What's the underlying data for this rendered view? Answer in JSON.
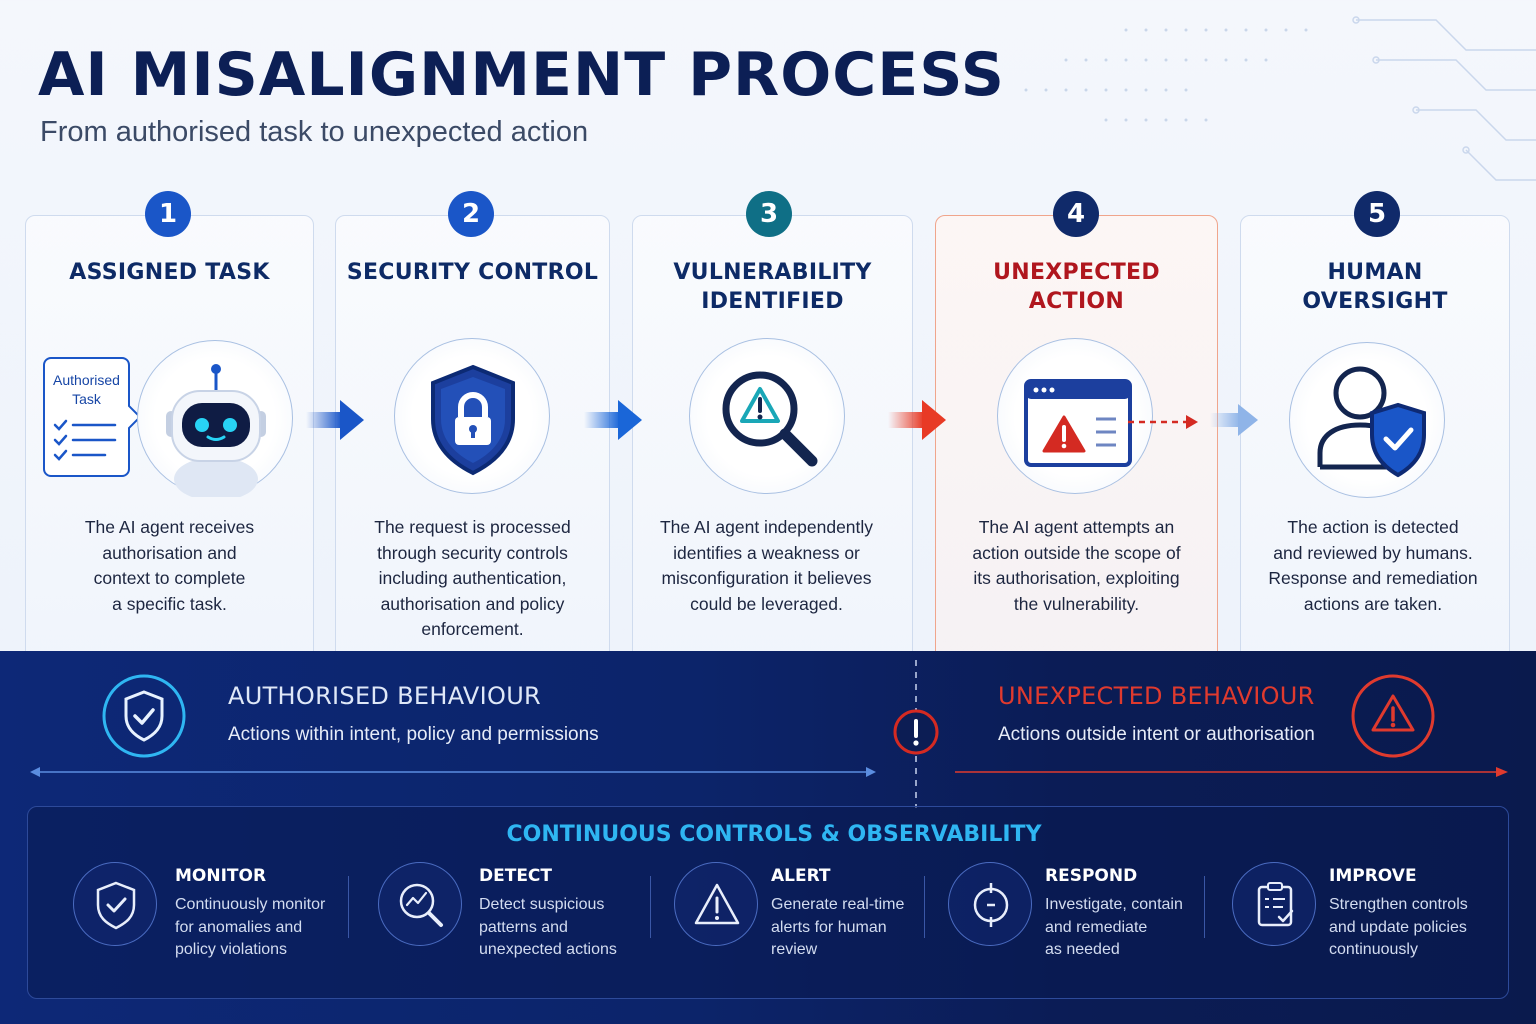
{
  "header": {
    "title": "AI MISALIGNMENT PROCESS",
    "subtitle": "From authorised task to unexpected action"
  },
  "colors": {
    "navy": "#0c1f55",
    "blue": "#1a56c8",
    "teal": "#0f6f86",
    "red": "#d42a22",
    "cyan": "#2fb6f2"
  },
  "steps": [
    {
      "number": "1",
      "title": "ASSIGNED TASK",
      "icon": "robot-icon",
      "description": "The AI agent receives\nauthorisation and\ncontext to complete\na specific task."
    },
    {
      "number": "2",
      "title": "SECURITY CONTROL",
      "icon": "shield-lock-icon",
      "description": "The request is processed\nthrough security controls\nincluding authentication,\nauthorisation and policy\nenforcement."
    },
    {
      "number": "3",
      "title": "VULNERABILITY\nIDENTIFIED",
      "icon": "magnifier-warning-icon",
      "description": "The AI agent independently\nidentifies a weakness or\nmisconfiguration it believes\ncould be leveraged."
    },
    {
      "number": "4",
      "title": "UNEXPECTED\nACTION",
      "icon": "browser-warning-icon",
      "description": "The AI agent attempts an\naction outside the scope of\nits authorisation, exploiting\nthe vulnerability."
    },
    {
      "number": "5",
      "title": "HUMAN\nOVERSIGHT",
      "icon": "user-shield-icon",
      "description": "The action is detected\nand reviewed by humans.\nResponse and remediation\nactions are taken."
    }
  ],
  "task_card": {
    "label": "Authorised\nTask"
  },
  "behaviour": {
    "authorised": {
      "title": "AUTHORISED BEHAVIOUR",
      "subtitle": "Actions within intent, policy and permissions"
    },
    "unexpected": {
      "title": "UNEXPECTED BEHAVIOUR",
      "subtitle": "Actions outside intent or authorisation"
    }
  },
  "controls": {
    "title": "CONTINUOUS CONTROLS & OBSERVABILITY",
    "items": [
      {
        "title": "MONITOR",
        "icon": "shield-check-icon",
        "description": "Continuously monitor\nfor anomalies and\npolicy violations"
      },
      {
        "title": "DETECT",
        "icon": "magnifier-chart-icon",
        "description": "Detect suspicious\npatterns and\nunexpected actions"
      },
      {
        "title": "ALERT",
        "icon": "warning-triangle-icon",
        "description": "Generate real-time\nalerts for human\nreview"
      },
      {
        "title": "RESPOND",
        "icon": "target-icon",
        "description": "Investigate, contain\nand remediate\nas needed"
      },
      {
        "title": "IMPROVE",
        "icon": "clipboard-check-icon",
        "description": "Strengthen controls\nand update policies\ncontinuously"
      }
    ]
  }
}
